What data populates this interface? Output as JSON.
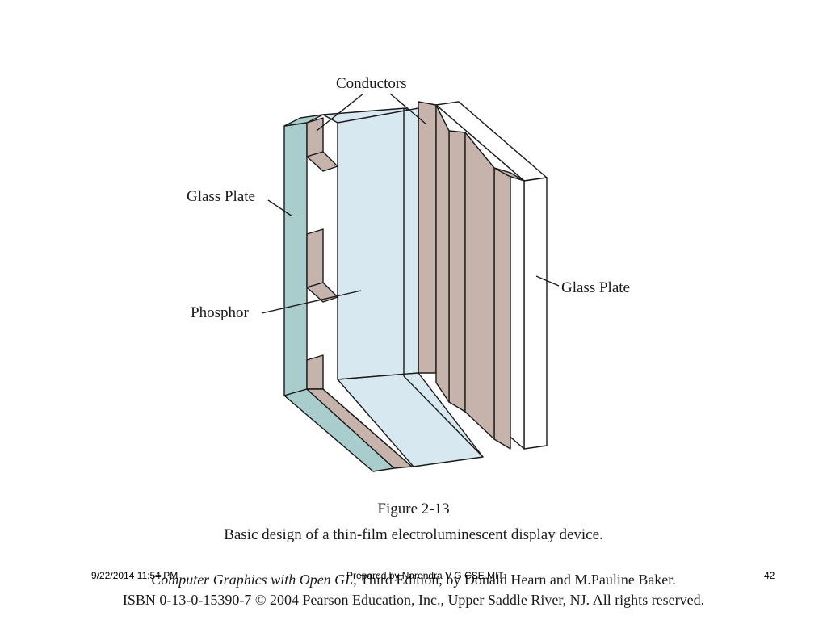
{
  "diagram": {
    "labels": {
      "conductors": "Conductors",
      "glass_plate_left": "Glass Plate",
      "glass_plate_right": "Glass Plate",
      "phosphor": "Phosphor"
    },
    "colors": {
      "glass": "#a9cccc",
      "phosphor": "#d8e8f0",
      "conductor": "#c6b4ac",
      "outline": "#1a1a1a"
    }
  },
  "caption": {
    "figure_number": "Figure 2-13",
    "description": "Basic design of a thin-film electroluminescent display device.",
    "book_title": "Computer Graphics with Open GL",
    "book_rest": ", Third Edition, by Donald Hearn and M.Pauline Baker.",
    "isbn_line": "ISBN 0-13-0-15390-7 © 2004 Pearson Education, Inc., Upper Saddle River, NJ. All rights reserved."
  },
  "footer": {
    "date": "9/22/2014 11:54 PM",
    "author": "Prepared by Narendra V G CSE MIT",
    "page_number": "42"
  }
}
